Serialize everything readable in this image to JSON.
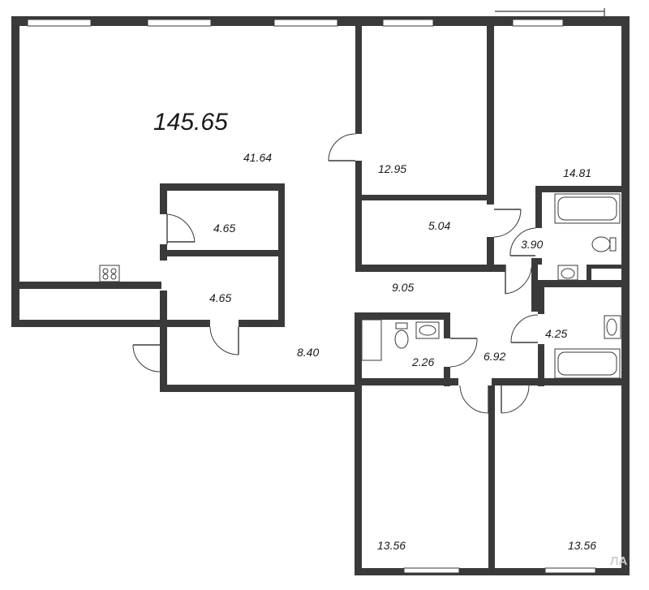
{
  "plan": {
    "total_area": "145.65",
    "rooms": [
      {
        "id": "living",
        "area": "41.64"
      },
      {
        "id": "bedroom-top-middle",
        "area": "12.95"
      },
      {
        "id": "bedroom-top-right",
        "area": "14.81"
      },
      {
        "id": "storage-upper",
        "area": "4.65"
      },
      {
        "id": "storage-lower",
        "area": "4.65"
      },
      {
        "id": "closet",
        "area": "5.04"
      },
      {
        "id": "bathroom-upper",
        "area": "3.90"
      },
      {
        "id": "hall-main",
        "area": "9.05"
      },
      {
        "id": "hall-entry",
        "area": "8.40"
      },
      {
        "id": "bathroom-lower",
        "area": "4.25"
      },
      {
        "id": "wc",
        "area": "2.26"
      },
      {
        "id": "corridor",
        "area": "6.92"
      },
      {
        "id": "bedroom-bottom-left",
        "area": "13.56"
      },
      {
        "id": "bedroom-bottom-right",
        "area": "13.56"
      }
    ],
    "watermark": "ЛА"
  }
}
